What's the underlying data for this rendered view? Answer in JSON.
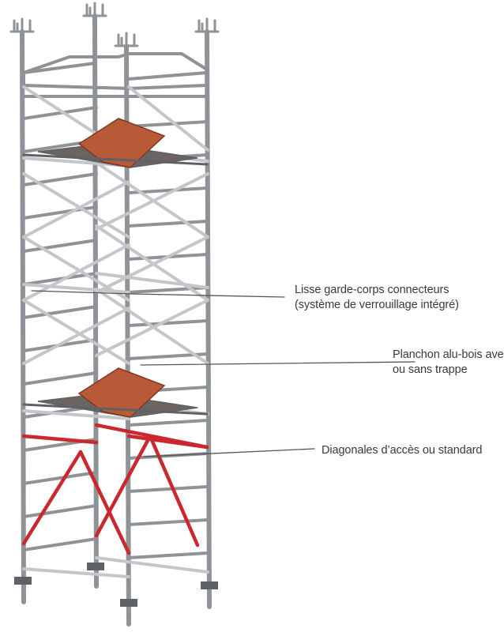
{
  "colors": {
    "steel": "#8f9296",
    "steel_light": "#c4c6c9",
    "steel_dark": "#5e6165",
    "platform": "#b85a38",
    "platform_dark": "#7d3a22",
    "platform_deck": "#6b6461",
    "diagonal_red": "#c9282d",
    "leader_line": "#555555",
    "text": "#3a3a3a"
  },
  "callouts": [
    {
      "id": "guardrail-connectors",
      "lines": [
        "Lisse garde-corps connecteurs",
        "(système de verrouillage intégré)"
      ]
    },
    {
      "id": "alu-wood-deck",
      "lines": [
        "Planchon alu-bois avec",
        "ou sans trappe"
      ]
    },
    {
      "id": "diagonals",
      "lines": [
        "Diagonales d’accès ou standard"
      ]
    }
  ]
}
